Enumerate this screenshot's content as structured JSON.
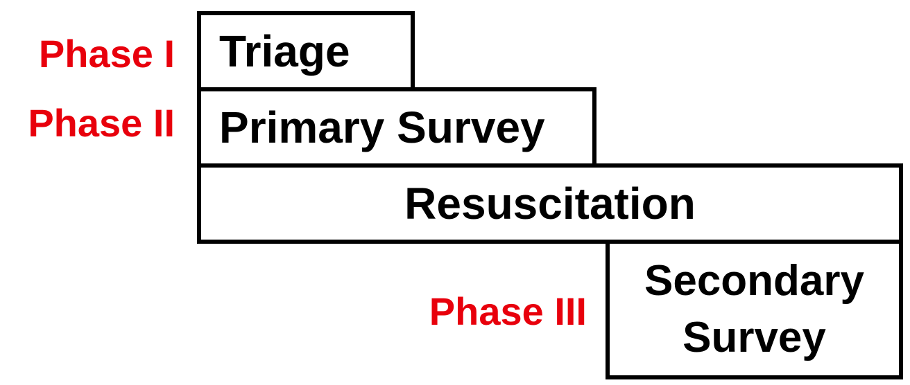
{
  "colors": {
    "phase_label": "#e8000c",
    "box_border": "#000000",
    "box_text": "#000000",
    "background": "#ffffff"
  },
  "phases": [
    {
      "label": "Phase I"
    },
    {
      "label": "Phase II"
    },
    {
      "label": "Phase III"
    }
  ],
  "steps": [
    {
      "label": "Triage"
    },
    {
      "label": "Primary Survey"
    },
    {
      "label": "Resuscitation"
    },
    {
      "label_line1": "Secondary",
      "label_line2": "Survey"
    }
  ]
}
